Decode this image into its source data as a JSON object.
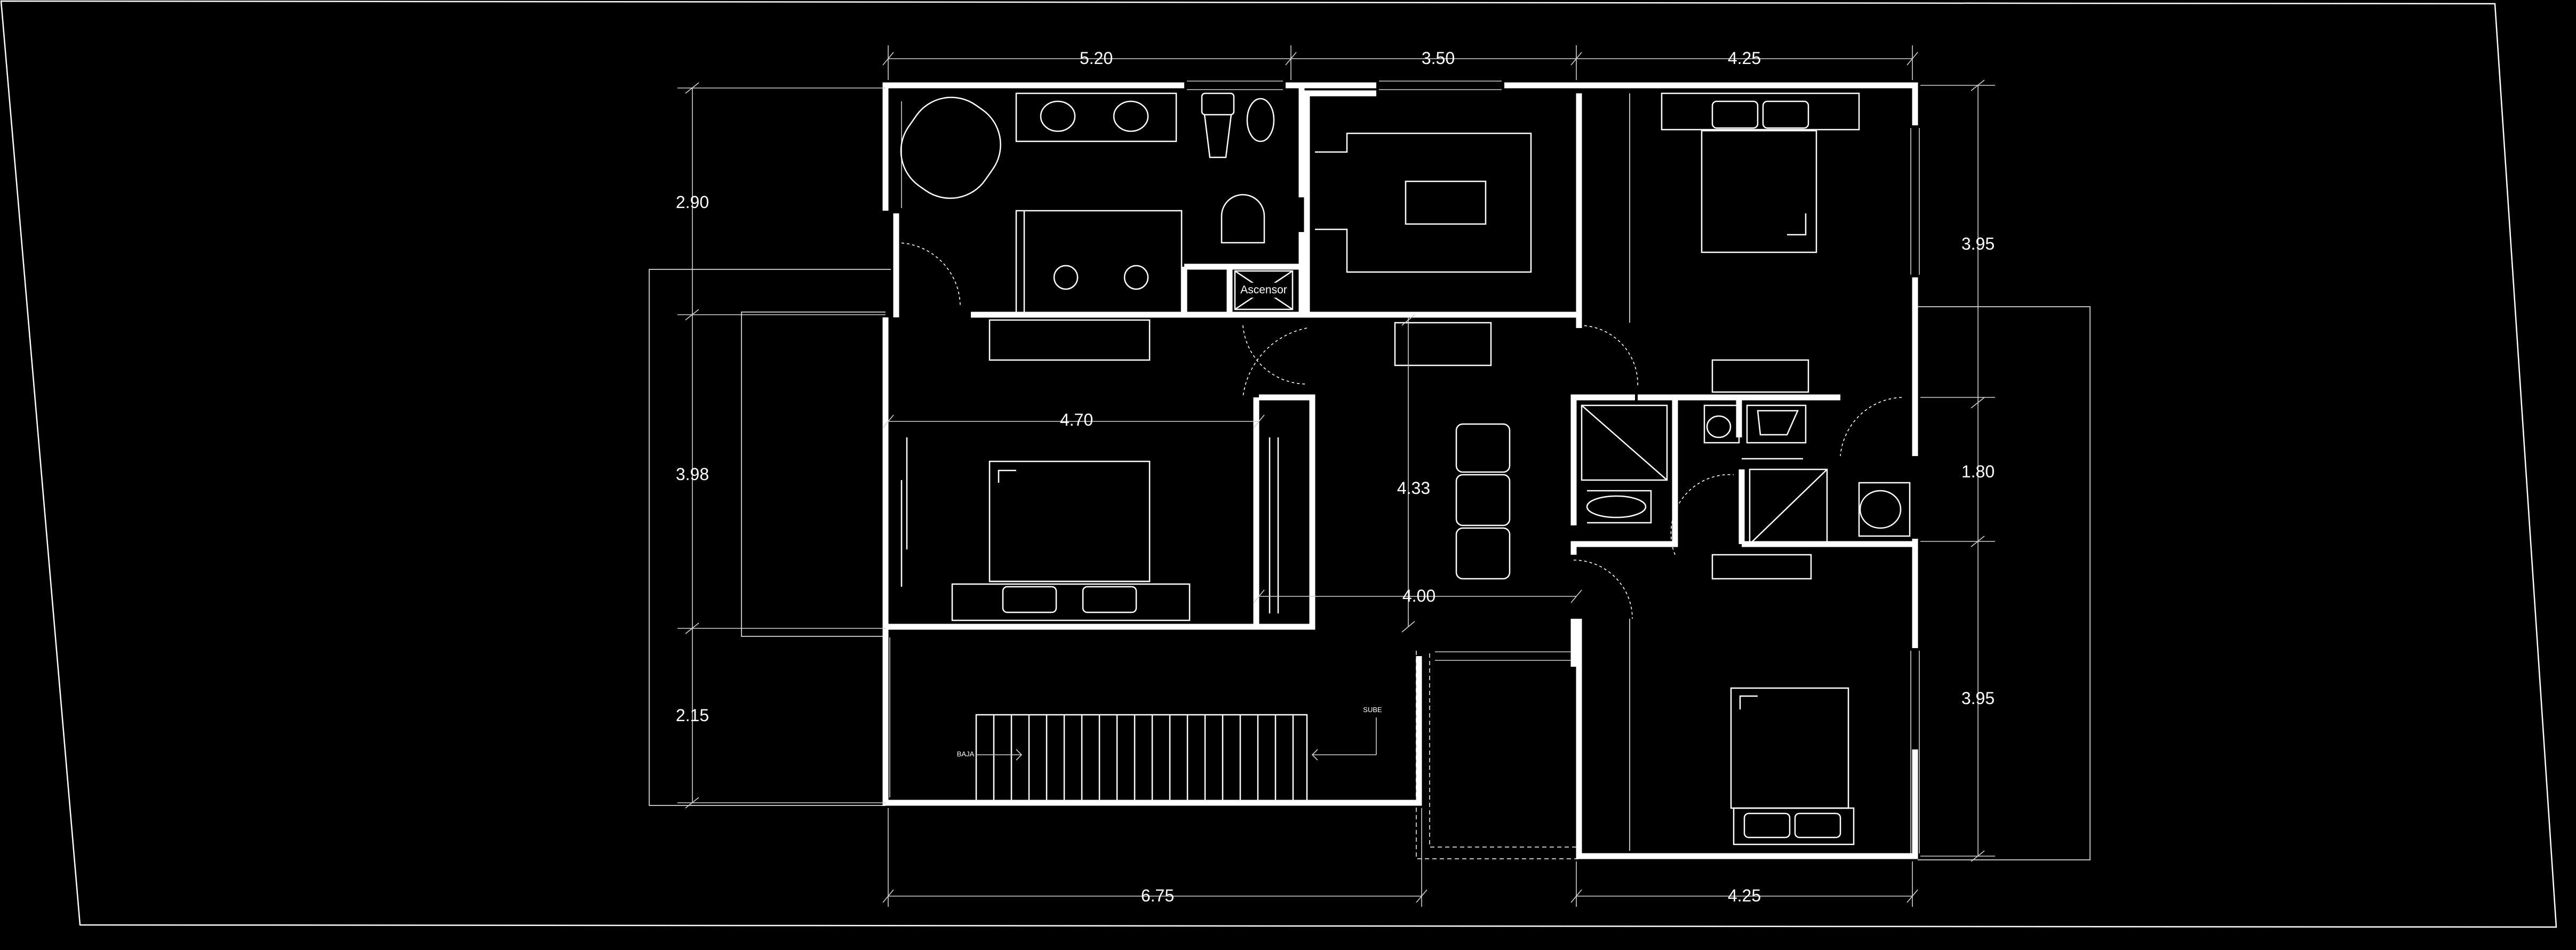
{
  "colors": {
    "background": "#000000",
    "lines": "#ffffff"
  },
  "dimensions": {
    "top_1": "5.20",
    "top_2": "3.50",
    "top_3": "4.25",
    "left_1": "2.90",
    "left_2": "3.98",
    "left_3": "2.15",
    "right_1": "3.95",
    "right_2": "1.80",
    "right_3": "3.95",
    "bottom_1": "6.75",
    "bottom_2": "4.25",
    "inner_bedroom_width": "4.70",
    "inner_hall_height": "4.33",
    "inner_hall_width": "4.00"
  },
  "labels": {
    "elevator": "Ascensor",
    "stair_up": "SUBE",
    "stair_down": "BAJA"
  }
}
